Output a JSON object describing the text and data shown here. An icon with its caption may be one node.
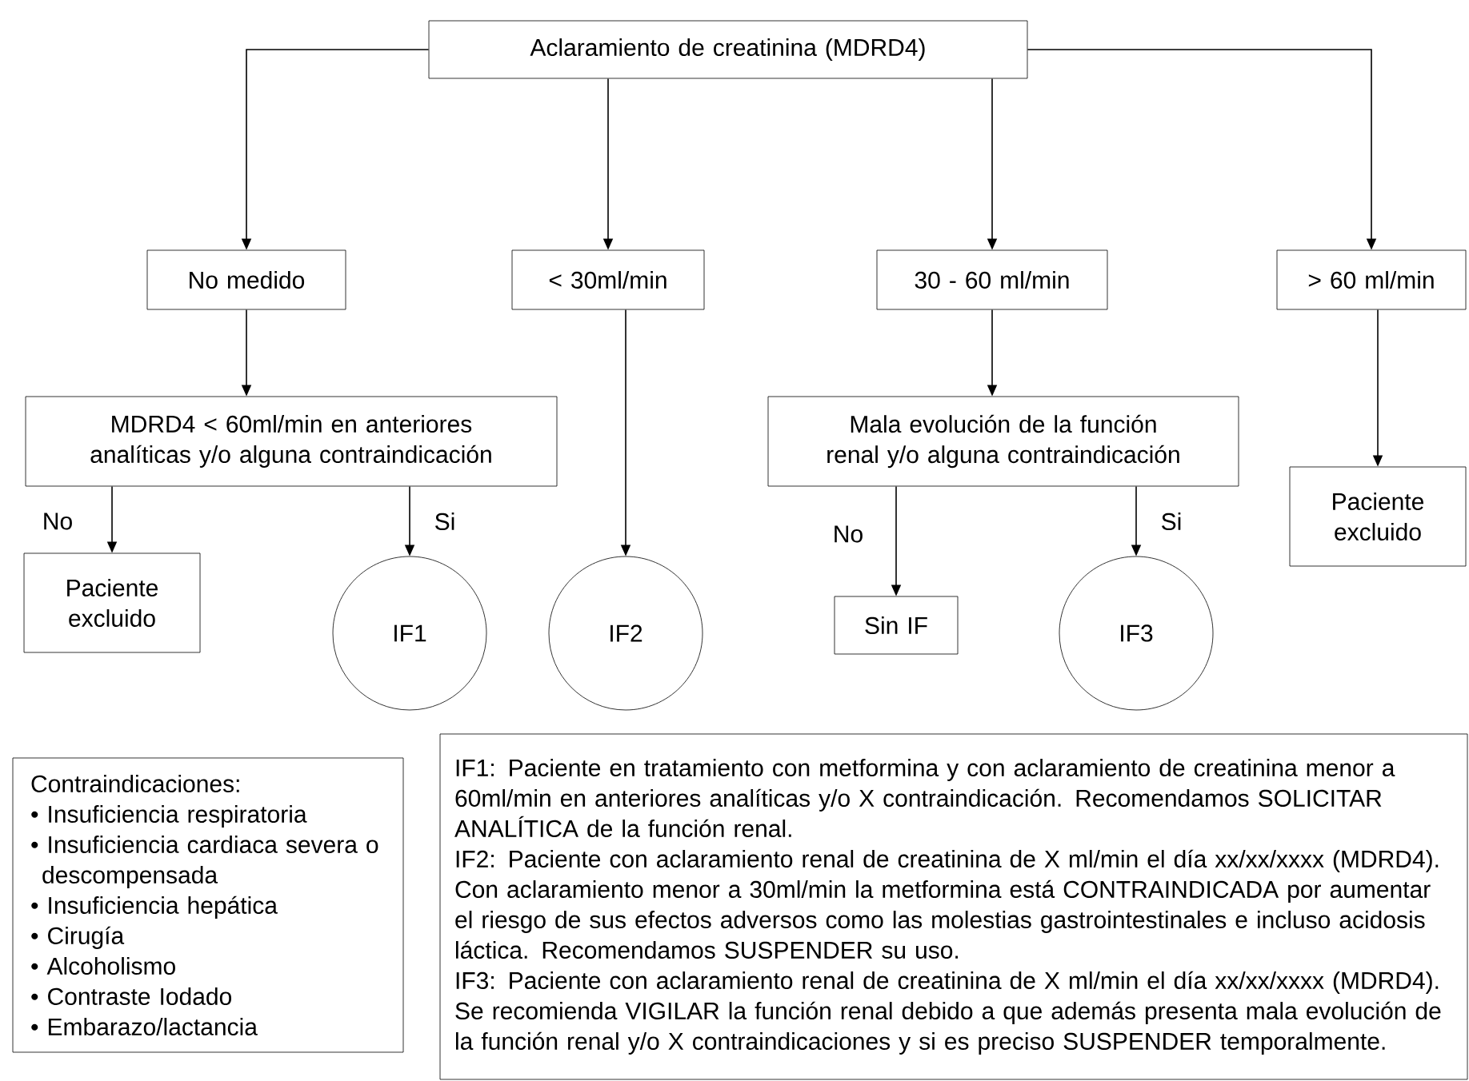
{
  "diagram": {
    "nodes": [
      {
        "text": [
          "Aclaramiento de creatinina (MDRD4)"
        ]
      },
      {
        "text": [
          "No medido"
        ]
      },
      {
        "text": [
          "< 30ml/min"
        ]
      },
      {
        "text": [
          "30 - 60 ml/min"
        ]
      },
      {
        "text": [
          "> 60 ml/min"
        ]
      },
      {
        "text": [
          "MDRD4 < 60ml/min en anteriores analíticas y/o alguna contraindicación"
        ]
      },
      {
        "text": [
          "Mala evolución de la función renal y/o alguna contraindicación"
        ]
      },
      {
        "text": [
          "Paciente excluido"
        ]
      },
      {
        "text": [
          "Paciente excluido"
        ]
      },
      {
        "text": [
          "IF1"
        ]
      },
      {
        "text": [
          "IF2"
        ]
      },
      {
        "text": [
          "Sin IF"
        ]
      },
      {
        "text": [
          "IF3"
        ]
      },
      {
        "text": [
          "Contraindicaciones:",
          "• Insuficiencia respiratoria",
          "• Insuficiencia cardiaca severa o descompensada",
          "• Insuficiencia hepática",
          "• Cirugía",
          "• Alcoholismo",
          "• Contraste Iodado",
          "• Embarazo/lactancia"
        ]
      },
      {
        "text": [
          "IF1: Paciente en tratamiento con metformina y con aclaramiento de creatinina menor a 60ml/min en anteriores analíticas y/o X contraindicación. Recomendamos SOLICITAR ANALÍTICA de la función renal.",
          "IF2: Paciente con aclaramiento renal de creatinina de X ml/min el día xx/xx/xxxx (MDRD4). Con aclaramiento menor a 30ml/min la metformina está CONTRAINDICADA por aumentar el riesgo de sus efectos adversos como las molestias gastrointestinales e incluso acidosis láctica. Recomendamos SUSPENDER su uso.",
          "IF3: Paciente con aclaramiento renal de creatinina de X ml/min el día xx/xx/xxxx (MDRD4). Se recomienda VIGILAR la función renal debido a que además presenta mala evolución de la función renal y/o X contraindicaciones y si es preciso SUSPENDER temporalmente."
        ]
      }
    ],
    "edges": [
      {
        "from": 0,
        "to": 1,
        "arrow": "to"
      },
      {
        "from": 0,
        "to": 2,
        "arrow": "to"
      },
      {
        "from": 0,
        "to": 3,
        "arrow": "to"
      },
      {
        "from": 0,
        "to": 4,
        "arrow": "to"
      },
      {
        "from": 1,
        "to": 5,
        "arrow": "to"
      },
      {
        "from": 5,
        "to": 8,
        "arrow": "to",
        "label": "No"
      },
      {
        "from": 5,
        "to": 9,
        "arrow": "to",
        "label": "Si"
      },
      {
        "from": 2,
        "to": 10,
        "arrow": "to"
      },
      {
        "from": 3,
        "to": 6,
        "arrow": "to"
      },
      {
        "from": 6,
        "to": 11,
        "arrow": "to",
        "label": "No"
      },
      {
        "from": 6,
        "to": 12,
        "arrow": "to",
        "label": "Si"
      },
      {
        "from": 4,
        "to": 7,
        "arrow": "to"
      }
    ]
  }
}
